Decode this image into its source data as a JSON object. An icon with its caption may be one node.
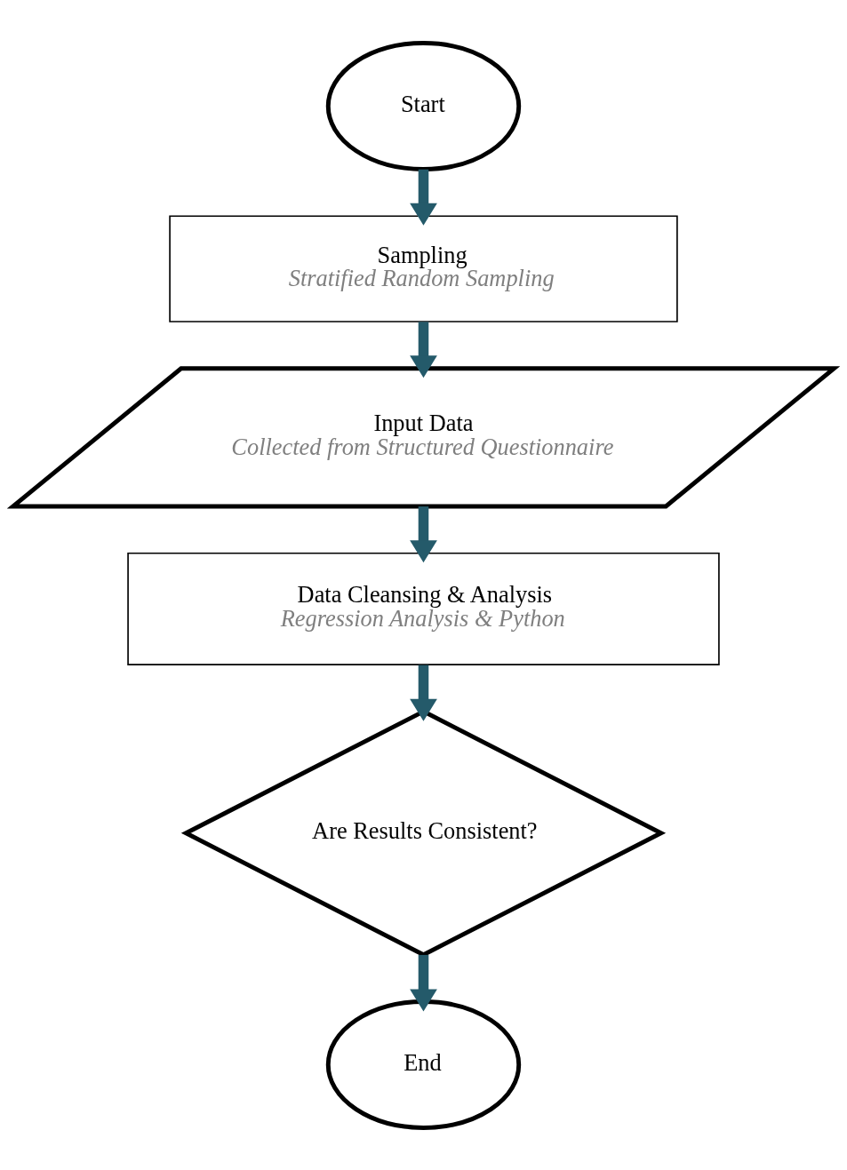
{
  "diagram": {
    "nodes": [
      {
        "text": [
          "Start"
        ]
      },
      {
        "text": [
          "Sampling",
          "Stratified Random Sampling"
        ]
      },
      {
        "text": [
          "Input Data",
          "Collected from Structured Questionnaire"
        ]
      },
      {
        "text": [
          "Data Cleansing & Analysis",
          "Regression Analysis & Python"
        ]
      },
      {
        "text": [
          "Are Results Consistent?"
        ]
      },
      {
        "text": [
          "End"
        ]
      }
    ],
    "edges": [
      {
        "from": 0,
        "to": 1,
        "arrow": "to"
      },
      {
        "from": 1,
        "to": 2,
        "arrow": "to"
      },
      {
        "from": 2,
        "to": 3,
        "arrow": "to"
      },
      {
        "from": 3,
        "to": 4,
        "arrow": "to"
      },
      {
        "from": 4,
        "to": 5,
        "arrow": "to"
      }
    ]
  }
}
